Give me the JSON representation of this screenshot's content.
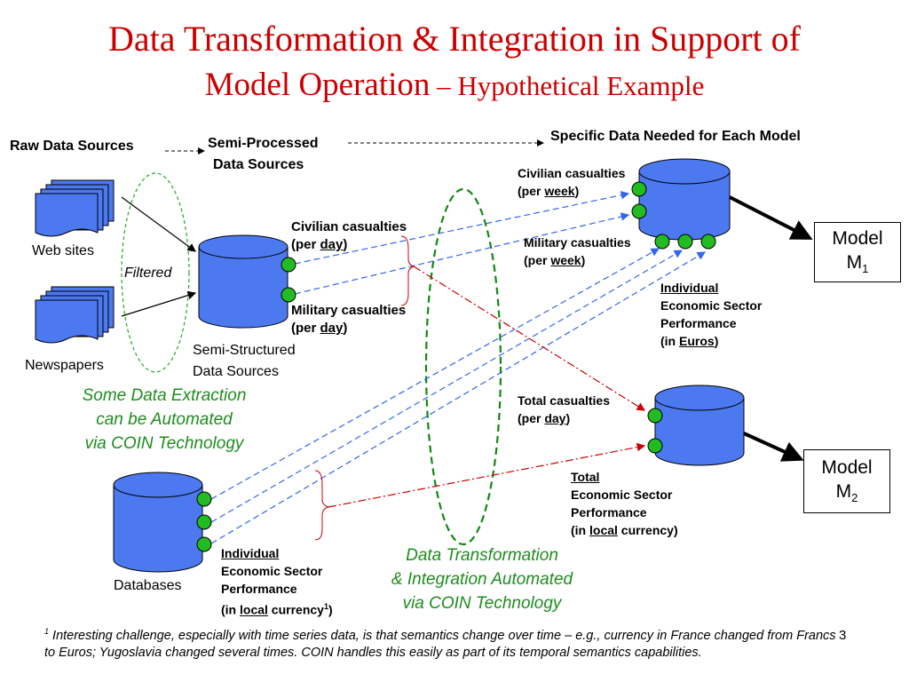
{
  "title": {
    "line1": "Data Transformation & Integration in Support of",
    "line2_main": "Model Operation",
    "line2_sub": " – Hypothetical Example"
  },
  "headers": {
    "raw": "Raw Data Sources",
    "semi_processed_1": "Semi-Processed",
    "semi_processed_2": "Data Sources",
    "specific": "Specific Data Needed for Each Model"
  },
  "sources": {
    "web": "Web sites",
    "news": "Newspapers",
    "filtered": "Filtered",
    "semi_structured_1": "Semi-Structured",
    "semi_structured_2": "Data Sources",
    "databases": "Databases"
  },
  "semi_labels": {
    "civ_1": "Civilian casualties",
    "civ_2a": "(per ",
    "civ_2u": "day",
    "civ_2b": ")",
    "mil_1": "Military casualties",
    "mil_2a": "(per ",
    "mil_2u": "day",
    "mil_2b": ")"
  },
  "db_labels": {
    "ind_u": "Individual",
    "l2": "Economic Sector",
    "l3": "Performance",
    "l4a": "(in ",
    "l4u": "local",
    "l4b": " currency",
    "l4sup": "1",
    "l4c": ")"
  },
  "m1_labels": {
    "civ_1": "Civilian casualties",
    "civ_2a": "(per ",
    "civ_2u": "week",
    "civ_2b": ")",
    "mil_1": "Military casualties",
    "mil_2a": "(per ",
    "mil_2u": "week",
    "mil_2b": ")",
    "ind_u": "Individual",
    "ind_2": "Economic Sector",
    "ind_3": "Performance",
    "ind_4a": "(in ",
    "ind_4u": "Euros",
    "ind_4b": ")"
  },
  "m2_labels": {
    "tot_1": "Total casualties",
    "tot_2a": "(per ",
    "tot_2u": "day",
    "tot_2b": ")",
    "total_u": "Total",
    "t2": "Economic Sector",
    "t3": "Performance",
    "t4a": "(in ",
    "t4u": "local",
    "t4b": " currency)"
  },
  "models": {
    "m1_a": "Model",
    "m1_b": "M",
    "m1_sub": "1",
    "m2_a": "Model",
    "m2_b": "M",
    "m2_sub": "2"
  },
  "notes": {
    "extract_1": "Some Data Extraction",
    "extract_2": "can be Automated",
    "extract_3": "via COIN Technology",
    "transform_1": "Data Transformation",
    "transform_2": "& Integration Automated",
    "transform_3": "via COIN Technology"
  },
  "footnote": {
    "sup": "1",
    "text": " Interesting challenge, especially with time series data, is that semantics change over time – e.g., currency in France changed from Francs to Euros; Yugoslavia changed several times.  COIN handles this easily as part of its temporal semantics capabilities."
  },
  "page_number": "3",
  "colors": {
    "title": "#cc0000",
    "cylinder": "#4d79f0",
    "dot": "#22bb22",
    "blue_line": "#3366ee",
    "red_line": "#cc0000",
    "green_note": "#1e8c1e"
  }
}
